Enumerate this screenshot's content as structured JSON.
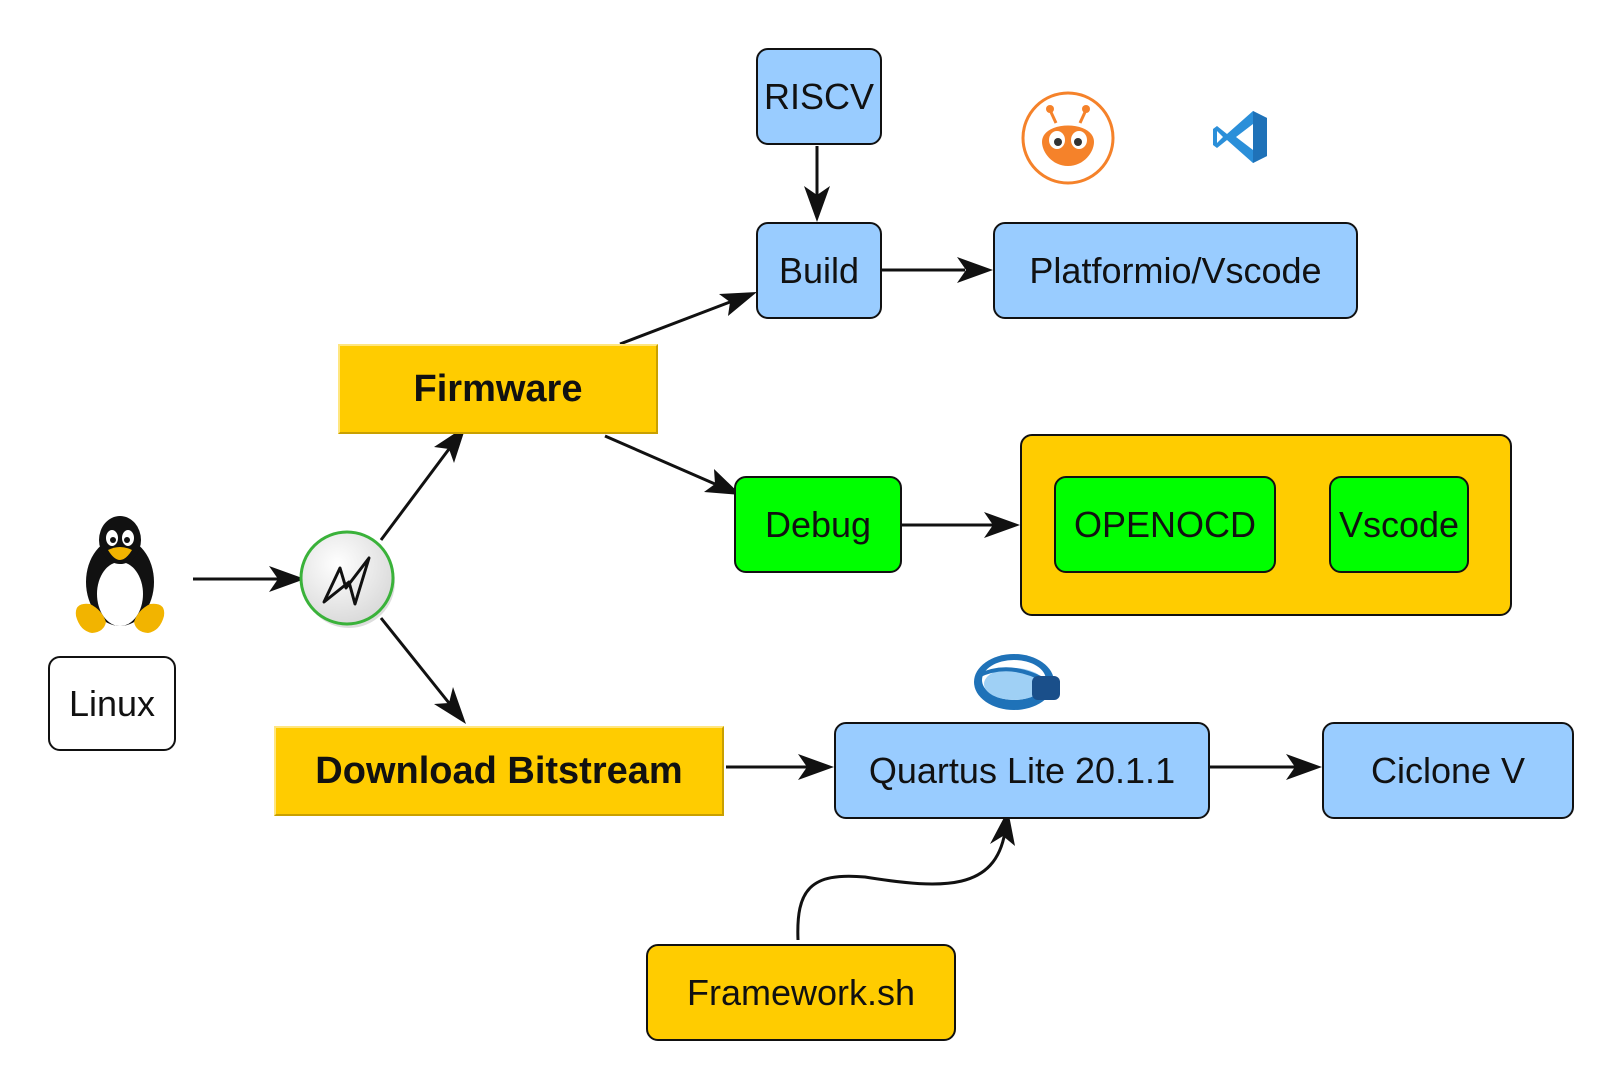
{
  "diagram": {
    "nodes": {
      "riscv": "RISCV",
      "build": "Build",
      "platformio_vscode": "Platformio/Vscode",
      "firmware": "Firmware",
      "debug": "Debug",
      "openocd": "OPENOCD",
      "vscode": "Vscode",
      "linux": "Linux",
      "download_bitstream": "Download Bitstream",
      "quartus": "Quartus Lite 20.1.1",
      "ciclone": "Ciclone V",
      "framework": "Framework.sh"
    },
    "icons": [
      "linux-tux-icon",
      "platformio-icon",
      "vscode-icon",
      "quartus-icon",
      "junction-icon"
    ],
    "colors": {
      "blue_box": "#99ccff",
      "green_box": "#00ff00",
      "orange_box": "#ffcc00",
      "white_box": "#ffffff",
      "vscode_blue": "#2b8fd9",
      "platformio_orange": "#f5822a",
      "junction_ring": "#3ab23a"
    }
  }
}
